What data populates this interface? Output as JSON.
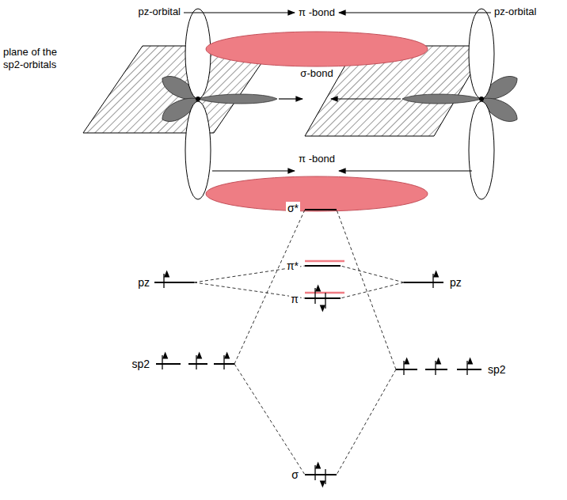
{
  "diagram": {
    "labels": [
      "pz-orbital",
      "π -bond",
      "pz-orbital",
      "plane of the sp2-orbitals",
      "σ-bond",
      "π -bond",
      "σ*",
      "π*",
      "pz",
      "pz",
      "π",
      "sp2",
      "sp2",
      "σ"
    ]
  }
}
